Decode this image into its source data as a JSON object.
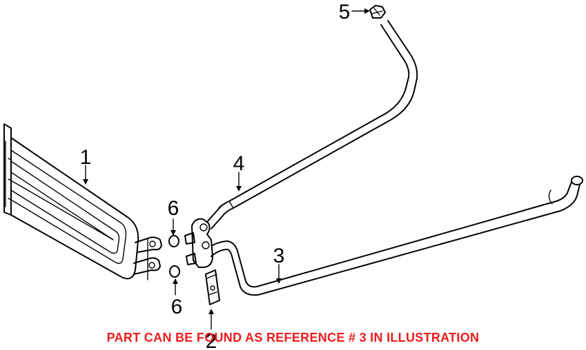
{
  "callouts": [
    {
      "id": "1",
      "label": "1"
    },
    {
      "id": "2",
      "label": "2"
    },
    {
      "id": "3",
      "label": "3"
    },
    {
      "id": "4",
      "label": "4"
    },
    {
      "id": "5",
      "label": "5"
    },
    {
      "id": "6a",
      "label": "6"
    },
    {
      "id": "6b",
      "label": "6"
    }
  ],
  "caption": "PART CAN BE FOUND AS REFERENCE # 3 IN ILLUSTRATION",
  "colors": {
    "caption": "#ee1c1c",
    "lines": "#000000",
    "background": "#ffffff"
  }
}
